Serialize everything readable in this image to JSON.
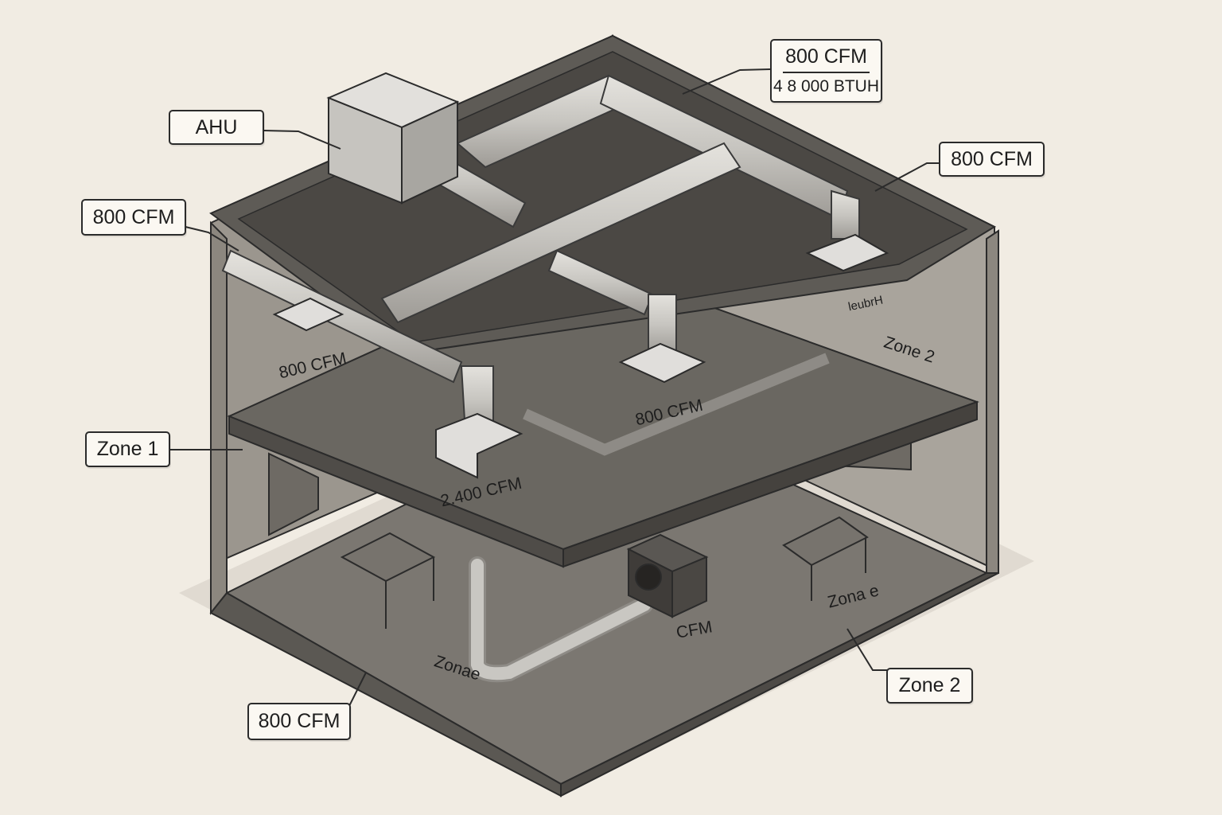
{
  "callouts": {
    "ahu": "AHU",
    "main_cfm": "800 CFM",
    "main_btuh": "4 8 000 BTUH",
    "right_upper_cfm": "800 CFM",
    "left_upper_cfm": "800 CFM",
    "zone1": "Zone 1",
    "zone2_bottom": "Zone 2",
    "bottom_cfm": "800 CFM"
  },
  "labels": {
    "upper_left_diffuser": "800 CFM",
    "upper_mid_diffuser": "800 CFM",
    "return_grille": "2.400 CFM",
    "upper_right_mirrored": "leubrH",
    "zone2_upper": "Zone 2",
    "unit_cfm": "CFM",
    "zonae": "Zonae",
    "zona_e": "Zona e"
  },
  "colors": {
    "background": "#f1ece3",
    "wall": "#8f8b84",
    "floor": "#6b6862",
    "slab": "#5c5954",
    "duct": "#cfcdc8",
    "outline": "#2b2b2b"
  }
}
